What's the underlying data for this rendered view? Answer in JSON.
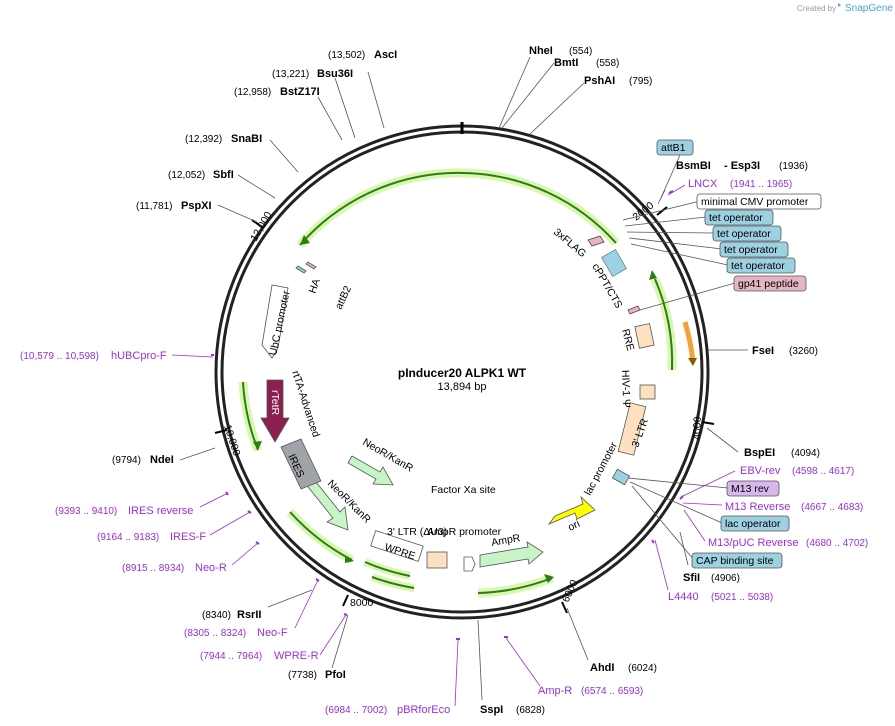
{
  "credit": {
    "text": "Created by",
    "brand": "SnapGene"
  },
  "plasmid": {
    "name": "pInducer20 ALPK1 WT",
    "size": "13,894 bp"
  },
  "ticks": [
    "2000",
    "4000",
    "6000",
    "8000",
    "10,000",
    "12,000"
  ],
  "sites": [
    {
      "id": "asci",
      "name": "AscI",
      "pos": "(13,502)"
    },
    {
      "id": "bsu36i",
      "name": "Bsu36I",
      "pos": "(13,221)"
    },
    {
      "id": "bstz17i",
      "name": "BstZ17I",
      "pos": "(12,958)"
    },
    {
      "id": "snabi",
      "name": "SnaBI",
      "pos": "(12,392)"
    },
    {
      "id": "sbfi",
      "name": "SbfI",
      "pos": "(12,052)"
    },
    {
      "id": "pspxi",
      "name": "PspXI",
      "pos": "(11,781)"
    },
    {
      "id": "nhei",
      "name": "NheI",
      "pos": "(554)"
    },
    {
      "id": "bmti",
      "name": "BmtI",
      "pos": "(558)"
    },
    {
      "id": "pshai",
      "name": "PshAI",
      "pos": "(795)"
    },
    {
      "id": "bsmbi",
      "name": "BsmBI",
      "pos": "(1936)",
      "extra": "- Esp3I"
    },
    {
      "id": "fsei",
      "name": "FseI",
      "pos": "(3260)"
    },
    {
      "id": "bspei",
      "name": "BspEI",
      "pos": "(4094)"
    },
    {
      "id": "sfii",
      "name": "SfiI",
      "pos": "(4906)"
    },
    {
      "id": "ahdi",
      "name": "AhdI",
      "pos": "(6024)"
    },
    {
      "id": "sspi",
      "name": "SspI",
      "pos": "(6828)"
    },
    {
      "id": "pfoi",
      "name": "PfoI",
      "pos": "(7738)"
    },
    {
      "id": "rsrii",
      "name": "RsrII",
      "pos": "(8340)"
    },
    {
      "id": "ndei",
      "name": "NdeI",
      "pos": "(9794)"
    }
  ],
  "primers": [
    {
      "id": "lncx",
      "name": "LNCX",
      "pos": "(1941 .. 1965)"
    },
    {
      "id": "ebv",
      "name": "EBV-rev",
      "pos": "(4598 .. 4617)"
    },
    {
      "id": "m13r",
      "name": "M13 Reverse",
      "pos": "(4667 .. 4683)"
    },
    {
      "id": "m13puc",
      "name": "M13/pUC Reverse",
      "pos": "(4680 .. 4702)"
    },
    {
      "id": "l4440",
      "name": "L4440",
      "pos": "(5021 .. 5038)"
    },
    {
      "id": "ampr",
      "name": "Amp-R",
      "pos": "(6574 .. 6593)"
    },
    {
      "id": "pbr",
      "name": "pBRforEco",
      "pos": "(6984 .. 7002)"
    },
    {
      "id": "wpre",
      "name": "WPRE-R",
      "pos": "(7944 .. 7964)"
    },
    {
      "id": "neof",
      "name": "Neo-F",
      "pos": "(8305 .. 8324)"
    },
    {
      "id": "neor",
      "name": "Neo-R",
      "pos": "(8915 .. 8934)"
    },
    {
      "id": "iresf",
      "name": "IRES-F",
      "pos": "(9164 .. 9183)"
    },
    {
      "id": "iresr",
      "name": "IRES reverse",
      "pos": "(9393 .. 9410)"
    },
    {
      "id": "hubc",
      "name": "hUBCpro-F",
      "pos": "(10,579 .. 10,598)"
    }
  ],
  "boxes": [
    {
      "id": "attb1",
      "text": "attB1",
      "color": "#9dd0e0"
    },
    {
      "id": "mincmv",
      "text": "minimal CMV promoter",
      "color": "#ffffff"
    },
    {
      "id": "teto1",
      "text": "tet operator",
      "color": "#9dd0e0"
    },
    {
      "id": "teto2",
      "text": "tet operator",
      "color": "#9dd0e0"
    },
    {
      "id": "teto3",
      "text": "tet operator",
      "color": "#9dd0e0"
    },
    {
      "id": "teto4",
      "text": "tet operator",
      "color": "#9dd0e0"
    },
    {
      "id": "gp41",
      "text": "gp41 peptide",
      "color": "#e4b6c4"
    },
    {
      "id": "m13rev",
      "text": "M13 rev",
      "color": "#d7b8ee"
    },
    {
      "id": "laco",
      "text": "lac operator",
      "color": "#9dd0e0"
    },
    {
      "id": "cap",
      "text": "CAP binding site",
      "color": "#9dd0e0"
    }
  ],
  "features": {
    "flag": "3xFLAG",
    "cppt": "cPPT/CTS",
    "rre": "RRE",
    "hiv": "HIV-1 Ψ",
    "ltr3": "3' LTR",
    "lacp": "lac promoter",
    "ori": "ori",
    "ampr": "AmpR",
    "amprp": "AmpR promoter",
    "factorxa": "Factor Xa site",
    "ltr3du3": "3' LTR (ΔU3)",
    "wpre": "WPRE",
    "neokan1": "NeoR/KanR",
    "neokan2": "NeoR/KanR",
    "ires": "IRES",
    "rtta": "rtTA-Advanced",
    "tetr": "rTetR",
    "ubc": "UbC promoter",
    "ha": "HA",
    "attb2": "attB2"
  },
  "colors": {
    "ori": "#ffff00",
    "arrow": "#c8f5c8",
    "lightgreen": "#d9f7b0",
    "darkgreen": "#2b7d16",
    "tetr": "#8b1f4f",
    "ires": "#a0a4a8",
    "peach": "#fde0c0",
    "orange": "#f2a236"
  }
}
